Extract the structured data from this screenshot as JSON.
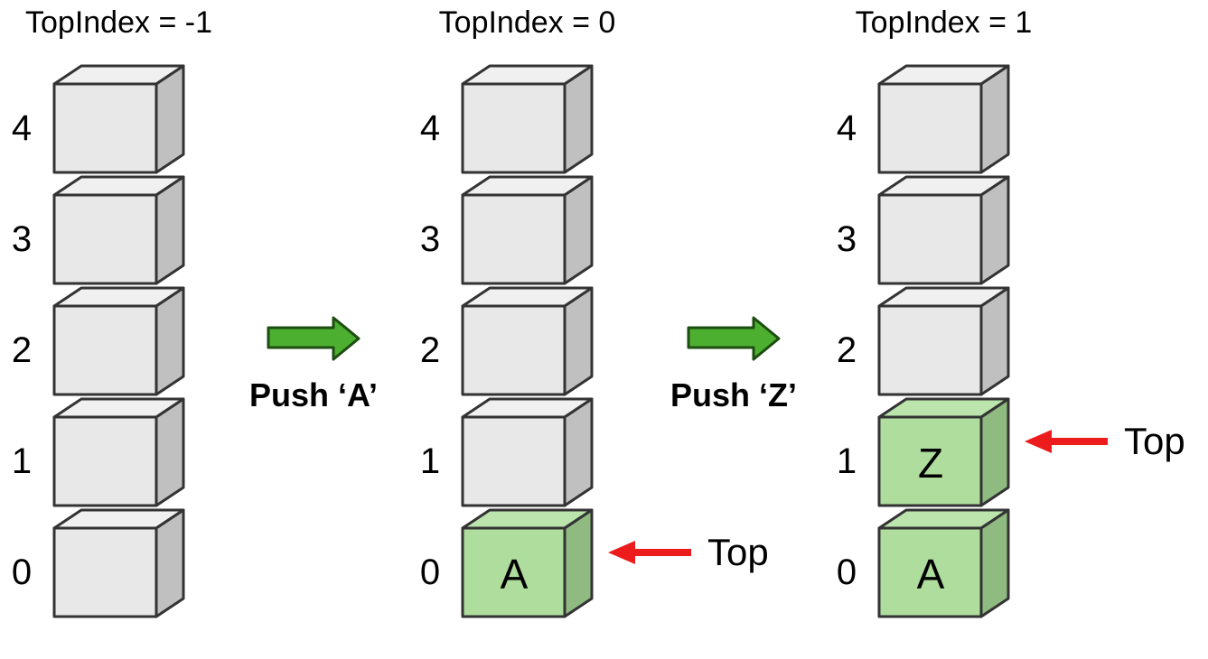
{
  "figure": {
    "description": "Stack push operation diagram with three states",
    "background": "#ffffff"
  },
  "colors": {
    "cube_gray_front": "#e8e8e8",
    "cube_gray_top": "#f0f0f0",
    "cube_gray_side": "#c0c0c0",
    "cube_green_front": "#aedd9d",
    "cube_green_top": "#bce4ad",
    "cube_green_side": "#8fba80",
    "cube_outline": "#333333",
    "push_arrow_fill": "#4caf30",
    "push_arrow_outline": "#1d4d10",
    "top_arrow_fill": "#ec1c1c",
    "text": "#000000"
  },
  "stacks": [
    {
      "title": "TopIndex = -1",
      "slots": [
        {
          "index": "4",
          "value": "",
          "highlighted": false
        },
        {
          "index": "3",
          "value": "",
          "highlighted": false
        },
        {
          "index": "2",
          "value": "",
          "highlighted": false
        },
        {
          "index": "1",
          "value": "",
          "highlighted": false
        },
        {
          "index": "0",
          "value": "",
          "highlighted": false
        }
      ],
      "top_pointer": null
    },
    {
      "title": "TopIndex = 0",
      "slots": [
        {
          "index": "4",
          "value": "",
          "highlighted": false
        },
        {
          "index": "3",
          "value": "",
          "highlighted": false
        },
        {
          "index": "2",
          "value": "",
          "highlighted": false
        },
        {
          "index": "1",
          "value": "",
          "highlighted": false
        },
        {
          "index": "0",
          "value": "A",
          "highlighted": true
        }
      ],
      "top_pointer": {
        "points_to": "0",
        "label": "Top"
      }
    },
    {
      "title": "TopIndex = 1",
      "slots": [
        {
          "index": "4",
          "value": "",
          "highlighted": false
        },
        {
          "index": "3",
          "value": "",
          "highlighted": false
        },
        {
          "index": "2",
          "value": "",
          "highlighted": false
        },
        {
          "index": "1",
          "value": "Z",
          "highlighted": true
        },
        {
          "index": "0",
          "value": "A",
          "highlighted": true
        }
      ],
      "top_pointer": {
        "points_to": "1",
        "label": "Top"
      }
    }
  ],
  "transitions": [
    {
      "label": "Push ‘A’"
    },
    {
      "label": "Push ‘Z’"
    }
  ]
}
